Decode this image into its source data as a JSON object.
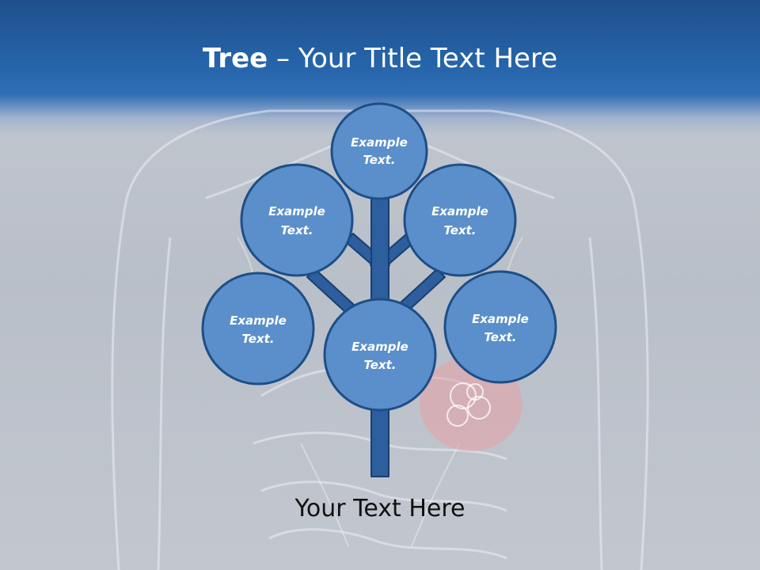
{
  "slide": {
    "title_bold": "Tree",
    "title_separator": " – ",
    "title_rest": "Your Title Text Here",
    "bottom_text": "Your Text Here"
  },
  "tree": {
    "nodes": [
      {
        "id": "top",
        "line1": "Example",
        "line2": "Text."
      },
      {
        "id": "upper-left",
        "line1": "Example",
        "line2": "Text."
      },
      {
        "id": "upper-right",
        "line1": "Example",
        "line2": "Text."
      },
      {
        "id": "lower-left",
        "line1": "Example",
        "line2": "Text."
      },
      {
        "id": "center",
        "line1": "Example",
        "line2": "Text."
      },
      {
        "id": "lower-right",
        "line1": "Example",
        "line2": "Text."
      }
    ]
  },
  "colors": {
    "header_blue": "#2563a8",
    "node_fill": "#5b8fcb",
    "node_stroke": "#1e4e86",
    "trunk_fill": "#2d5e9e",
    "background_gray": "#bfc4cc"
  }
}
